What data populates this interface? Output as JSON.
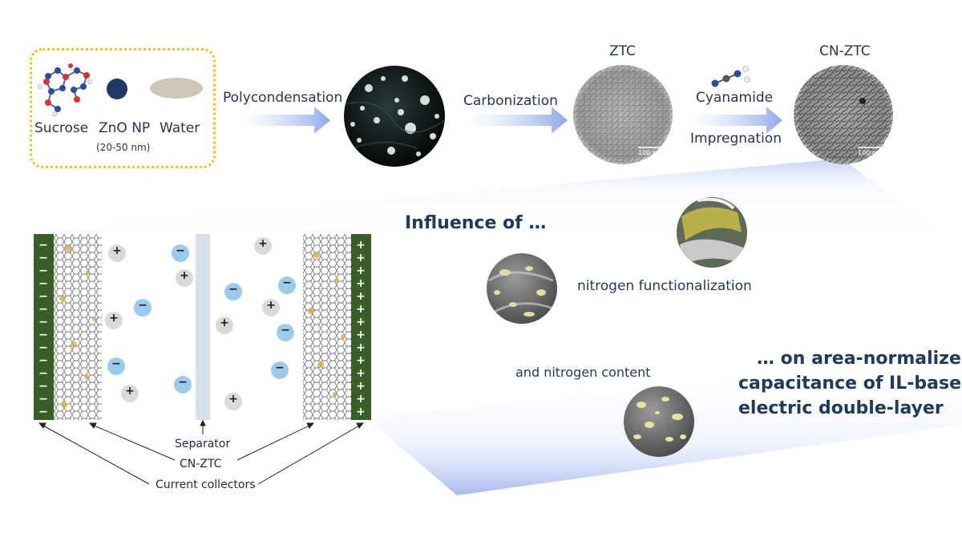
{
  "reagents": {
    "sucrose": "Sucrose",
    "zno": "ZnO NP",
    "zno_size": "(20-50 nm)",
    "water": "Water"
  },
  "steps": {
    "polycondensation": "Polycondensation",
    "carbonization": "Carbonization",
    "cyanamide": "Cyanamide",
    "impregnation": "Impregnation"
  },
  "materials": {
    "ztc": "ZTC",
    "cnztc": "CN-ZTC",
    "scale_ztc": "100 nm",
    "scale_cnztc": "100 nm"
  },
  "influence": {
    "heading": "Influence of …",
    "functionalization": "nitrogen functionalization",
    "content": "and nitrogen content",
    "conclusion_line1": "…  on area-normalized",
    "conclusion_line2": "capacitance of IL-based",
    "conclusion_line3": "electric double-layer"
  },
  "cell": {
    "separator": "Separator",
    "cnztc": "CN-ZTC",
    "collectors": "Current collectors",
    "minus": "−",
    "plus": "+"
  },
  "colors": {
    "navy": "#1f3a5c",
    "collector_green": "#3a5e28",
    "arrow_blue": "#8fa8e8",
    "anion_blue": "#9ccaea",
    "cation_grey": "#dadada",
    "box_yellow": "#f0c419",
    "gold": "#d9b04a"
  }
}
